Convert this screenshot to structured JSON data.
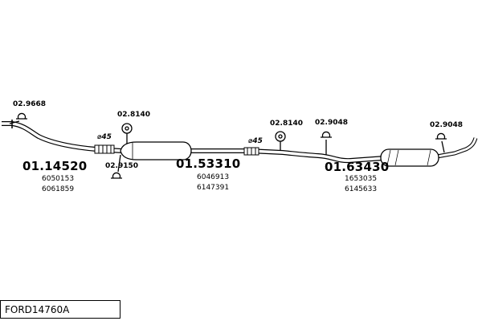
{
  "diagram": {
    "clamps": [
      {
        "code": "02.9668"
      },
      {
        "code": "02.9150"
      },
      {
        "code": "02.9048"
      },
      {
        "code": "02.9048"
      }
    ],
    "hangers": [
      {
        "code": "02.8140"
      },
      {
        "code": "02.8140"
      }
    ],
    "diameters": [
      "⌀45",
      "⌀45"
    ],
    "sections": [
      {
        "code": "01.14520",
        "part_numbers": [
          "6050153",
          "6061859"
        ]
      },
      {
        "code": "01.53310",
        "part_numbers": [
          "6046913",
          "6147391"
        ]
      },
      {
        "code": "01.63430",
        "part_numbers": [
          "1653035",
          "6145633"
        ]
      }
    ]
  },
  "footer": {
    "code": "FORD14760A"
  },
  "colors": {
    "ink": "#000000",
    "background": "#ffffff"
  }
}
